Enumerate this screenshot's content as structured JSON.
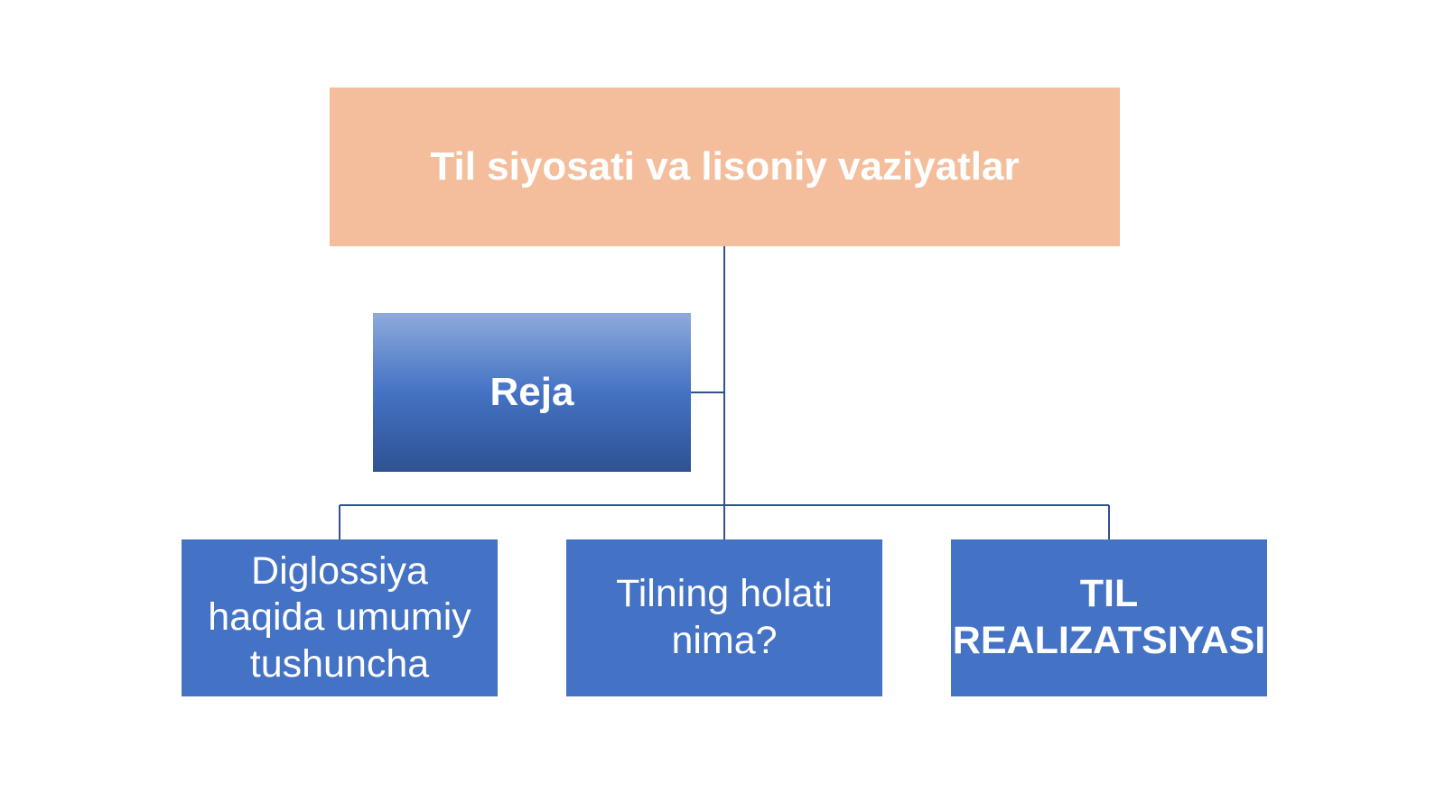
{
  "colors": {
    "root_fill": "#F4BE9C",
    "assistant_fill_top": "#8EAADB",
    "assistant_fill_mid": "#4472C4",
    "assistant_fill_bottom": "#2F5291",
    "child_fill": "#4472C4",
    "connector": "#2F5291",
    "text": "#FFFFFF"
  },
  "diagram": {
    "root": {
      "text": "Til siyosati va lisoniy vaziyatlar"
    },
    "assistant": {
      "text": "Reja"
    },
    "children": [
      {
        "text": "Diglossiya haqida umumiy tushuncha"
      },
      {
        "text": "Tilning holati nima?"
      },
      {
        "text": "TIL REALIZATSIYASI"
      }
    ]
  }
}
